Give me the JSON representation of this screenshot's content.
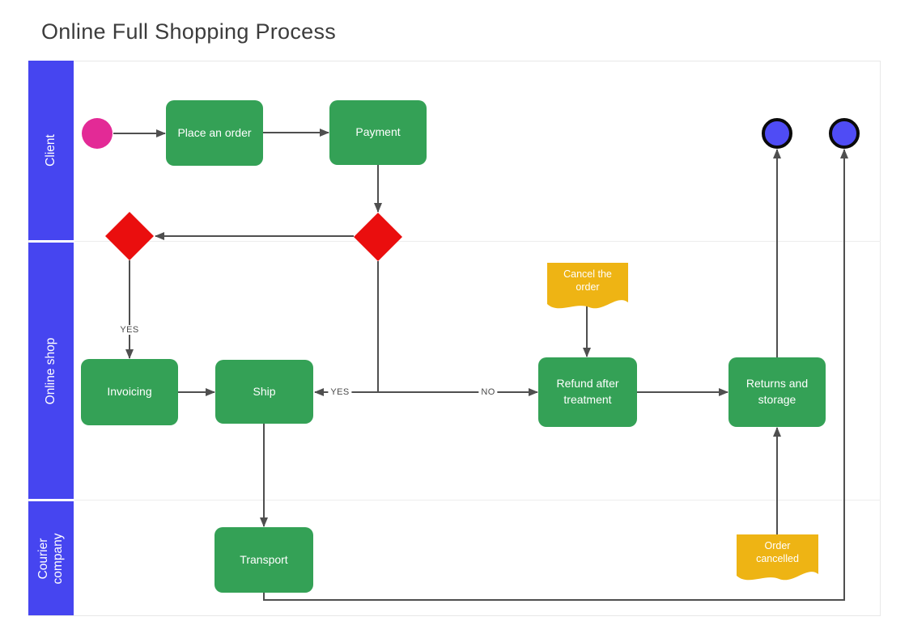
{
  "title": "Online Full Shopping Process",
  "lanes": [
    {
      "id": "client",
      "label": "Client"
    },
    {
      "id": "online-shop",
      "label": "Online shop"
    },
    {
      "id": "courier",
      "label": "Courier company"
    }
  ],
  "nodes": [
    {
      "id": "start",
      "type": "start",
      "lane": "client",
      "label": ""
    },
    {
      "id": "place-order",
      "type": "task",
      "lane": "client",
      "label": "Place an order"
    },
    {
      "id": "payment",
      "type": "task",
      "lane": "client",
      "label": "Payment"
    },
    {
      "id": "end-1",
      "type": "end",
      "lane": "client",
      "label": ""
    },
    {
      "id": "end-2",
      "type": "end",
      "lane": "client",
      "label": ""
    },
    {
      "id": "decision-payment",
      "type": "decision",
      "lane": "online-shop",
      "label": ""
    },
    {
      "id": "decision-left",
      "type": "decision",
      "lane": "online-shop",
      "label": ""
    },
    {
      "id": "note-cancel-order",
      "type": "note",
      "lane": "online-shop",
      "label": "Cancel the order"
    },
    {
      "id": "invoicing",
      "type": "task",
      "lane": "online-shop",
      "label": "Invoicing"
    },
    {
      "id": "ship",
      "type": "task",
      "lane": "online-shop",
      "label": "Ship"
    },
    {
      "id": "refund",
      "type": "task",
      "lane": "online-shop",
      "label": "Refund after treatment"
    },
    {
      "id": "returns",
      "type": "task",
      "lane": "online-shop",
      "label": "Returns and storage"
    },
    {
      "id": "transport",
      "type": "task",
      "lane": "courier",
      "label": "Transport"
    },
    {
      "id": "note-order-cancelled",
      "type": "note",
      "lane": "courier",
      "label": "Order cancelled"
    }
  ],
  "edges": [
    {
      "from": "start",
      "to": "place-order",
      "label": ""
    },
    {
      "from": "place-order",
      "to": "payment",
      "label": ""
    },
    {
      "from": "payment",
      "to": "decision-payment",
      "label": ""
    },
    {
      "from": "decision-payment",
      "to": "decision-left",
      "label": ""
    },
    {
      "from": "decision-left",
      "to": "invoicing",
      "label": "YES"
    },
    {
      "from": "invoicing",
      "to": "ship",
      "label": ""
    },
    {
      "from": "decision-payment",
      "to": "ship",
      "label": "YES"
    },
    {
      "from": "decision-payment",
      "to": "refund",
      "label": "NO"
    },
    {
      "from": "note-cancel-order",
      "to": "refund",
      "label": ""
    },
    {
      "from": "refund",
      "to": "returns",
      "label": ""
    },
    {
      "from": "returns",
      "to": "end-1",
      "label": ""
    },
    {
      "from": "note-order-cancelled",
      "to": "returns",
      "label": ""
    },
    {
      "from": "ship",
      "to": "transport",
      "label": ""
    },
    {
      "from": "transport",
      "to": "end-2",
      "label": ""
    }
  ],
  "colors": {
    "lane": "#4645f0",
    "task": "#34a156",
    "decision": "#ea0e0e",
    "start": "#e32a96",
    "end_fill": "#4f4cf5",
    "end_border": "#0a0a0a",
    "note": "#eeb414",
    "edge": "#4f4f4f",
    "edge_label": "#4a4a4a",
    "node_text": "#ffffff",
    "title": "#3c3c3c",
    "divider": "#ededed",
    "border": "#e8e8e8"
  }
}
